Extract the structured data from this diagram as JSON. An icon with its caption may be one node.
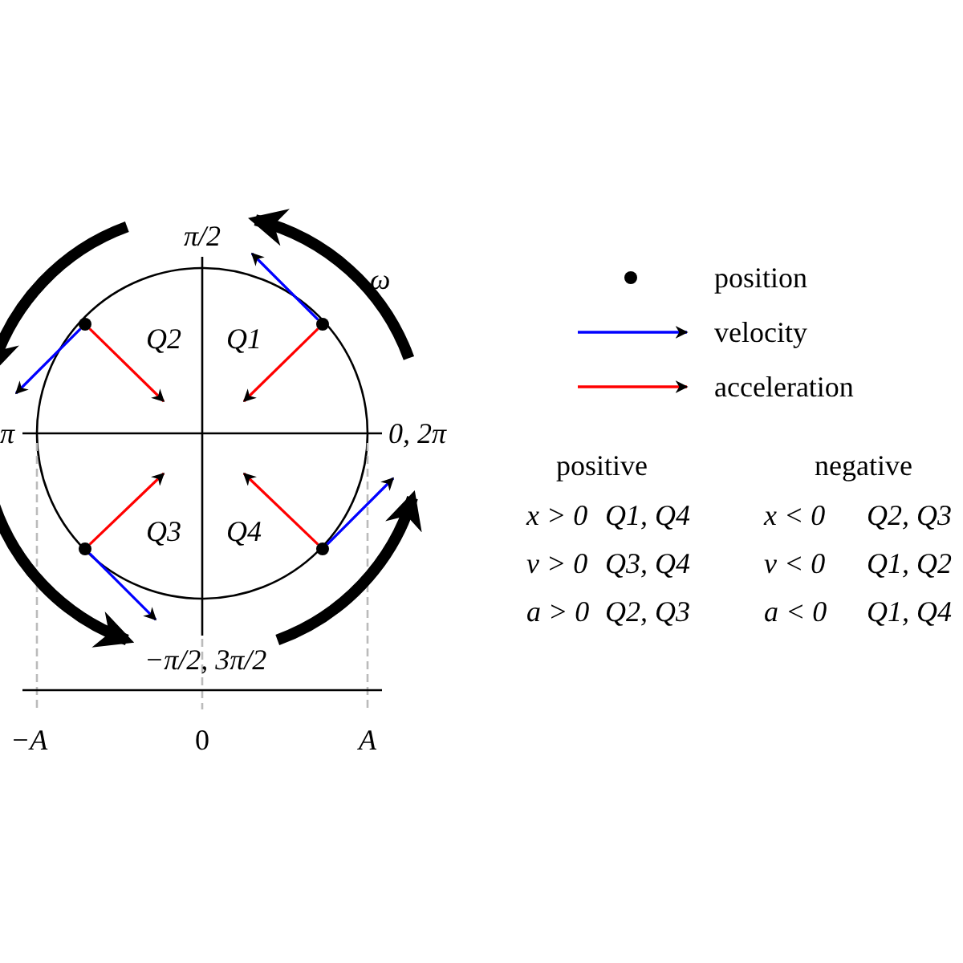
{
  "diagram": {
    "nodes": [
      {
        "text": [],
        "shape": "circle"
      },
      {
        "text": [],
        "shape": "circle"
      },
      {
        "text": [],
        "shape": "circle"
      },
      {
        "text": [],
        "shape": "circle"
      }
    ],
    "edges": [
      {
        "from": 0,
        "to": null,
        "arrow": "to",
        "color": "#0000ff"
      },
      {
        "from": 0,
        "to": null,
        "arrow": "to",
        "color": "#ff0000"
      },
      {
        "from": 1,
        "to": null,
        "arrow": "to",
        "color": "#0000ff"
      },
      {
        "from": 1,
        "to": null,
        "arrow": "to",
        "color": "#ff0000"
      },
      {
        "from": 2,
        "to": null,
        "arrow": "to",
        "color": "#0000ff"
      },
      {
        "from": 2,
        "to": null,
        "arrow": "to",
        "color": "#ff0000"
      },
      {
        "from": 3,
        "to": null,
        "arrow": "to",
        "color": "#0000ff"
      },
      {
        "from": 3,
        "to": null,
        "arrow": "to",
        "color": "#ff0000"
      }
    ],
    "labels": [
      "π/2",
      "ω",
      "Q2",
      "Q1",
      "π",
      "0, 2π",
      "Q3",
      "Q4",
      "−π/2, 3π/2",
      "−A",
      "0",
      "A",
      "positive",
      "negative",
      "x > 0",
      "Q1, Q4",
      "x < 0",
      "Q2, Q3",
      "v > 0",
      "Q3, Q4",
      "v < 0",
      "Q1, Q2",
      "a > 0",
      "Q2, Q3",
      "a < 0",
      "Q1, Q4"
    ],
    "legend": [
      {
        "text": "position"
      },
      {
        "text": "velocity"
      },
      {
        "text": "acceleration"
      }
    ]
  }
}
